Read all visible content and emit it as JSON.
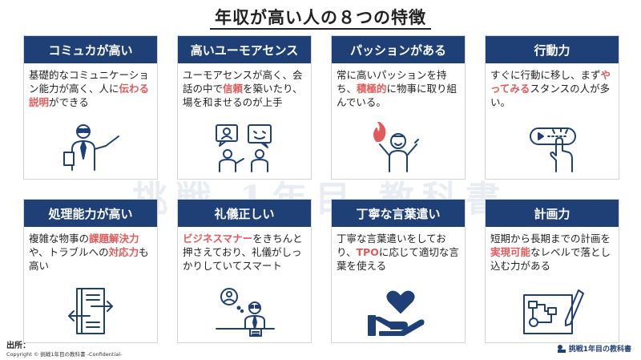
{
  "title": "年収が高い人の８つの特徴",
  "watermark": "挑戦 1年目 教科書",
  "cards": [
    {
      "header": "コミュカが高い",
      "body": [
        {
          "t": "基礎的なコミュニケーション能力が高く、人に"
        },
        {
          "t": "伝わる説明",
          "hl": true
        },
        {
          "t": "ができる"
        }
      ],
      "icon": "presenter-icon"
    },
    {
      "header": "高いユーモアセンス",
      "body": [
        {
          "t": "ユーモアセンスが高く、会話の中で"
        },
        {
          "t": "信頼",
          "hl": true
        },
        {
          "t": "を築いたり、場を和ませるのが上手"
        }
      ],
      "icon": "conversation-icon"
    },
    {
      "header": "パッションがある",
      "body": [
        {
          "t": "常に高いパッションを持ち、"
        },
        {
          "t": "積極的",
          "hl": true
        },
        {
          "t": "に物事に取り組んでいる。"
        }
      ],
      "icon": "passion-icon"
    },
    {
      "header": "行動力",
      "body": [
        {
          "t": "すぐに行動に移し、まず"
        },
        {
          "t": "やってみる",
          "hl": true
        },
        {
          "t": "スタンスの人が多い。"
        }
      ],
      "icon": "click-button-icon"
    },
    {
      "header": "処理能力が高い",
      "body": [
        {
          "t": "複雑な物事の"
        },
        {
          "t": "課題解決力",
          "hl": true
        },
        {
          "t": "や、トラブルへの"
        },
        {
          "t": "対応力",
          "hl": true
        },
        {
          "t": "も高い"
        }
      ],
      "icon": "document-exchange-icon"
    },
    {
      "header": "礼儀正しい",
      "body": [
        {
          "t": "ビジネスマナー",
          "hl": true
        },
        {
          "t": "をきちんと押さえており、礼儀がしっかりしていてスマート"
        }
      ],
      "icon": "businessman-icon"
    },
    {
      "header": "丁寧な言葉遣い",
      "body": [
        {
          "t": "丁寧な言葉遣いをしており、"
        },
        {
          "t": "TPO",
          "hl": true
        },
        {
          "t": "に応じて適切な言葉を使える"
        }
      ],
      "icon": "heart-hand-icon"
    },
    {
      "header": "計画力",
      "body": [
        {
          "t": "短期から長期までの計画を"
        },
        {
          "t": "実現可能",
          "hl": true
        },
        {
          "t": "なレベルで落とし込む力がある"
        }
      ],
      "icon": "flowchart-icon"
    }
  ],
  "footer": {
    "source_label": "出所：",
    "copyright": "Copyright © 挑戦1年目の教科書 -Confidential-"
  },
  "logo": {
    "text": "挑戦1年目の教科書"
  },
  "colors": {
    "header_bg": "#1f3f77",
    "highlight": "#e25a5a",
    "icon": "#1f3f77"
  }
}
